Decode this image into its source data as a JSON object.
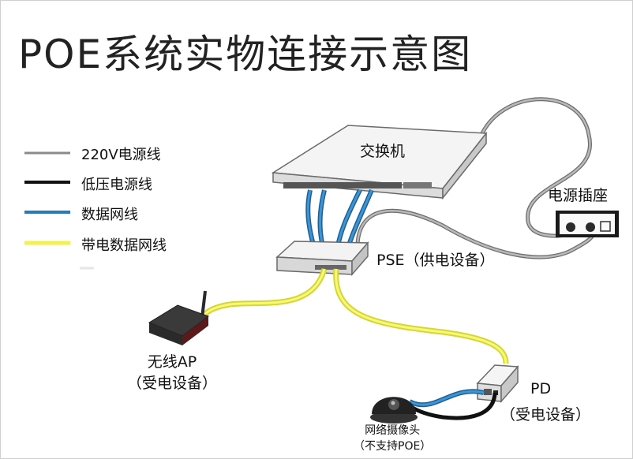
{
  "title": "POE系统实物连接示意图",
  "legend": [
    {
      "label": "220V电源线",
      "color": "#8a8a8a"
    },
    {
      "label": "低压电源线",
      "color": "#111111"
    },
    {
      "label": "数据网线",
      "color": "#2a7ab8"
    },
    {
      "label": "带电数据网线",
      "color": "#f2f24a"
    }
  ],
  "labels": {
    "switch": "交换机",
    "power_strip": "电源插座",
    "pse": "PSE（供电设备）",
    "ap_line1": "无线AP",
    "ap_line2": "（受电设备）",
    "pd_line1": "PD",
    "pd_line2": "（受电设备）",
    "camera_line1": "网络摄像头",
    "camera_line2": "（不支持POE）"
  }
}
